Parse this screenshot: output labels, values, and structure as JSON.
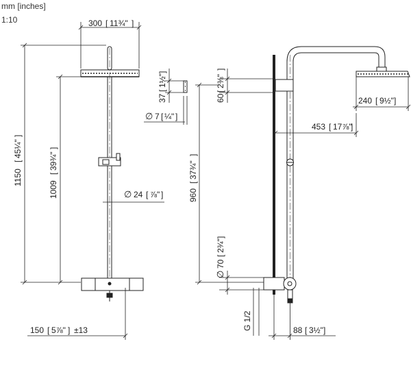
{
  "header": {
    "units": "mm [inches]",
    "scale": "1:10"
  },
  "front_view": {
    "width_mm": "300",
    "width_in": "11¾\"",
    "total_height_mm": "1150",
    "total_height_in": "45¼\"",
    "rail_height_mm": "1009",
    "rail_height_in": "39¾\"",
    "pipe_dia_mm": "24",
    "pipe_dia_in": "⅞\"",
    "offset_mm": "150",
    "offset_in": "5⅞\"",
    "offset_tol": "±13"
  },
  "hose_detail": {
    "length_mm": "37",
    "length_in": "1½\"",
    "dia_mm": "7",
    "dia_in": "¼\""
  },
  "side_view": {
    "head_drop_mm": "60",
    "head_drop_in": "2⅜\"",
    "head_size_mm": "240",
    "head_size_in": "9½\"",
    "projection_mm": "453",
    "projection_in": "17⅞\"",
    "mount_height_mm": "960",
    "mount_height_in": "37¾\"",
    "flange_dia_mm": "70",
    "flange_dia_in": "2¾\"",
    "thread": "G 1/2",
    "wall_offset_mm": "88",
    "wall_offset_in": "3½\""
  },
  "symbols": {
    "diameter": "∅"
  }
}
